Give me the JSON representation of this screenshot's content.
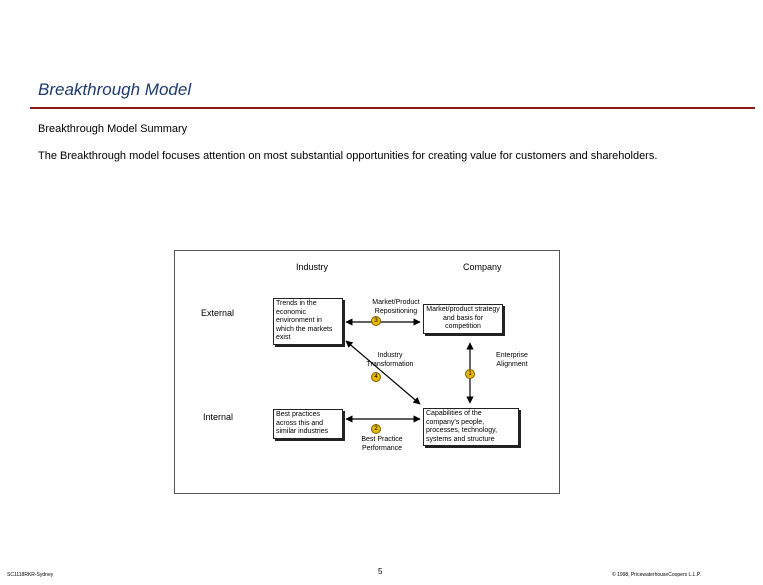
{
  "header": {
    "title": "Breakthrough Model",
    "subtitle": "Breakthrough Model Summary",
    "description": "The Breakthrough model focuses attention on most substantial opportunities for creating value for customers and shareholders.",
    "rule_color": "#8b1a1a",
    "title_color": "#1f3a6e"
  },
  "diagram": {
    "col_industry": "Industry",
    "col_company": "Company",
    "row_external": "External",
    "row_internal": "Internal",
    "box_trends": "Trends in the economic environment in which the markets exist",
    "box_strategy": "Market/product strategy and basis for competition",
    "box_best": "Best practices across this and similar industries",
    "box_capabilities": "Capabilities of the company's people, processes, technology, systems and structure",
    "label_repositioning": "Market/Product Repositioning",
    "label_transformation": "Industry Transformation",
    "label_alignment": "Enterprise Alignment",
    "label_best_practice": "Best Practice Performance",
    "node_1": "1",
    "node_2": "2",
    "node_3": "3",
    "node_4": "4",
    "node_color": "#e7b800"
  },
  "footer": {
    "left": "SC1118RKR-Sydney",
    "page": "5",
    "right": "© 1998, PricewaterhouseCoopers L.L.P."
  }
}
